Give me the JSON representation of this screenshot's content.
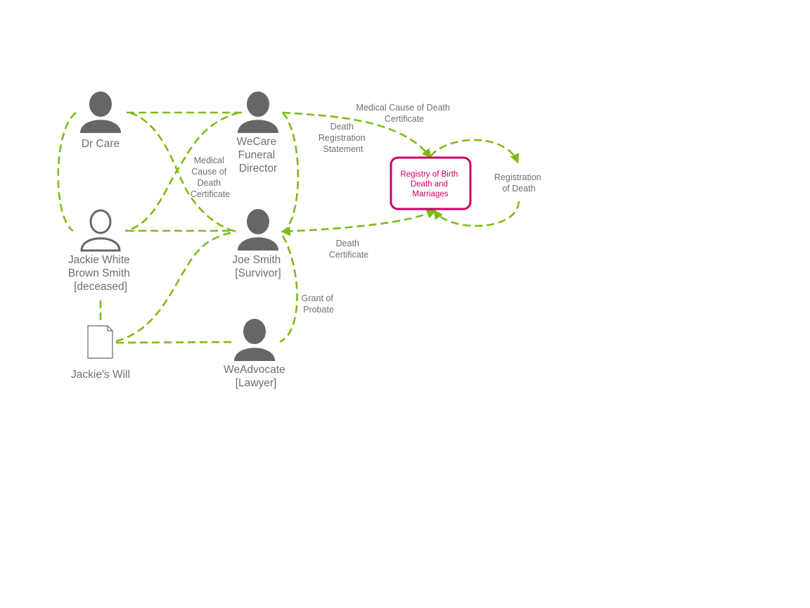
{
  "colors": {
    "connector": "#7dbb14",
    "person": "#666666",
    "registry": "#cc0066",
    "label": "#6f6f6f"
  },
  "nodes": {
    "dr_care": {
      "label": [
        "Dr Care"
      ],
      "icon": "person-filled-icon"
    },
    "wecare": {
      "label": [
        "WeCare",
        "Funeral",
        "Director"
      ],
      "icon": "person-filled-icon"
    },
    "jackie": {
      "label": [
        "Jackie White",
        "Brown Smith",
        "[deceased]"
      ],
      "icon": "person-outline-icon"
    },
    "joe": {
      "label": [
        "Joe Smith",
        "[Survivor]"
      ],
      "icon": "person-filled-icon"
    },
    "will": {
      "label": [
        "Jackie's Will"
      ],
      "icon": "document-icon"
    },
    "weadvocate": {
      "label": [
        "WeAdvocate",
        "[Lawyer]"
      ],
      "icon": "person-filled-icon"
    },
    "registry": {
      "label": [
        "Registry of Birth",
        "Death and",
        "Marriages"
      ]
    }
  },
  "edge_labels": {
    "medical_cause_top": [
      "Medical Cause of Death",
      "Certificate"
    ],
    "death_registration": [
      "Death",
      "Registration",
      "Statement"
    ],
    "medical_cause_mid": [
      "Medical",
      "Cause of",
      "Death",
      "Certificate"
    ],
    "registration_of_death": [
      "Registration",
      "of Death"
    ],
    "death_certificate": [
      "Death",
      "Certificate"
    ],
    "grant_of_probate": [
      "Grant of",
      "Probate"
    ]
  }
}
